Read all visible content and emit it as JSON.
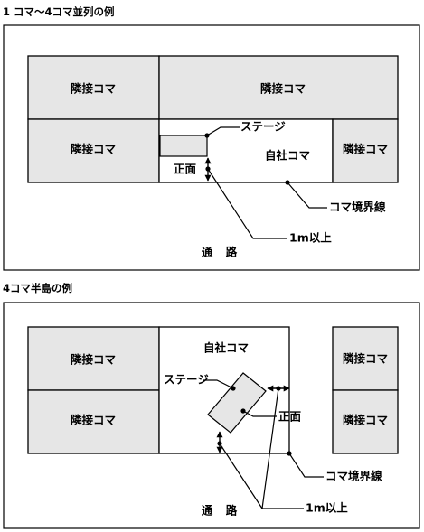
{
  "colors": {
    "neighbor_fill": "#e6e6e6",
    "line": "#000000",
    "background": "#ffffff"
  },
  "section1": {
    "title": "1 コマ〜4コマ並列の例",
    "neighbor_label": "隣接コマ",
    "own_booth": "自社コマ",
    "stage": "ステージ",
    "front": "正面",
    "boundary": "コマ境界線",
    "distance": "1m以上",
    "aisle": "通　路"
  },
  "section2": {
    "title": "4コマ半島の例",
    "neighbor_label": "隣接コマ",
    "own_booth": "自社コマ",
    "stage": "ステージ",
    "front": "正面",
    "boundary": "コマ境界線",
    "distance": "1m以上",
    "aisle": "通　路"
  }
}
